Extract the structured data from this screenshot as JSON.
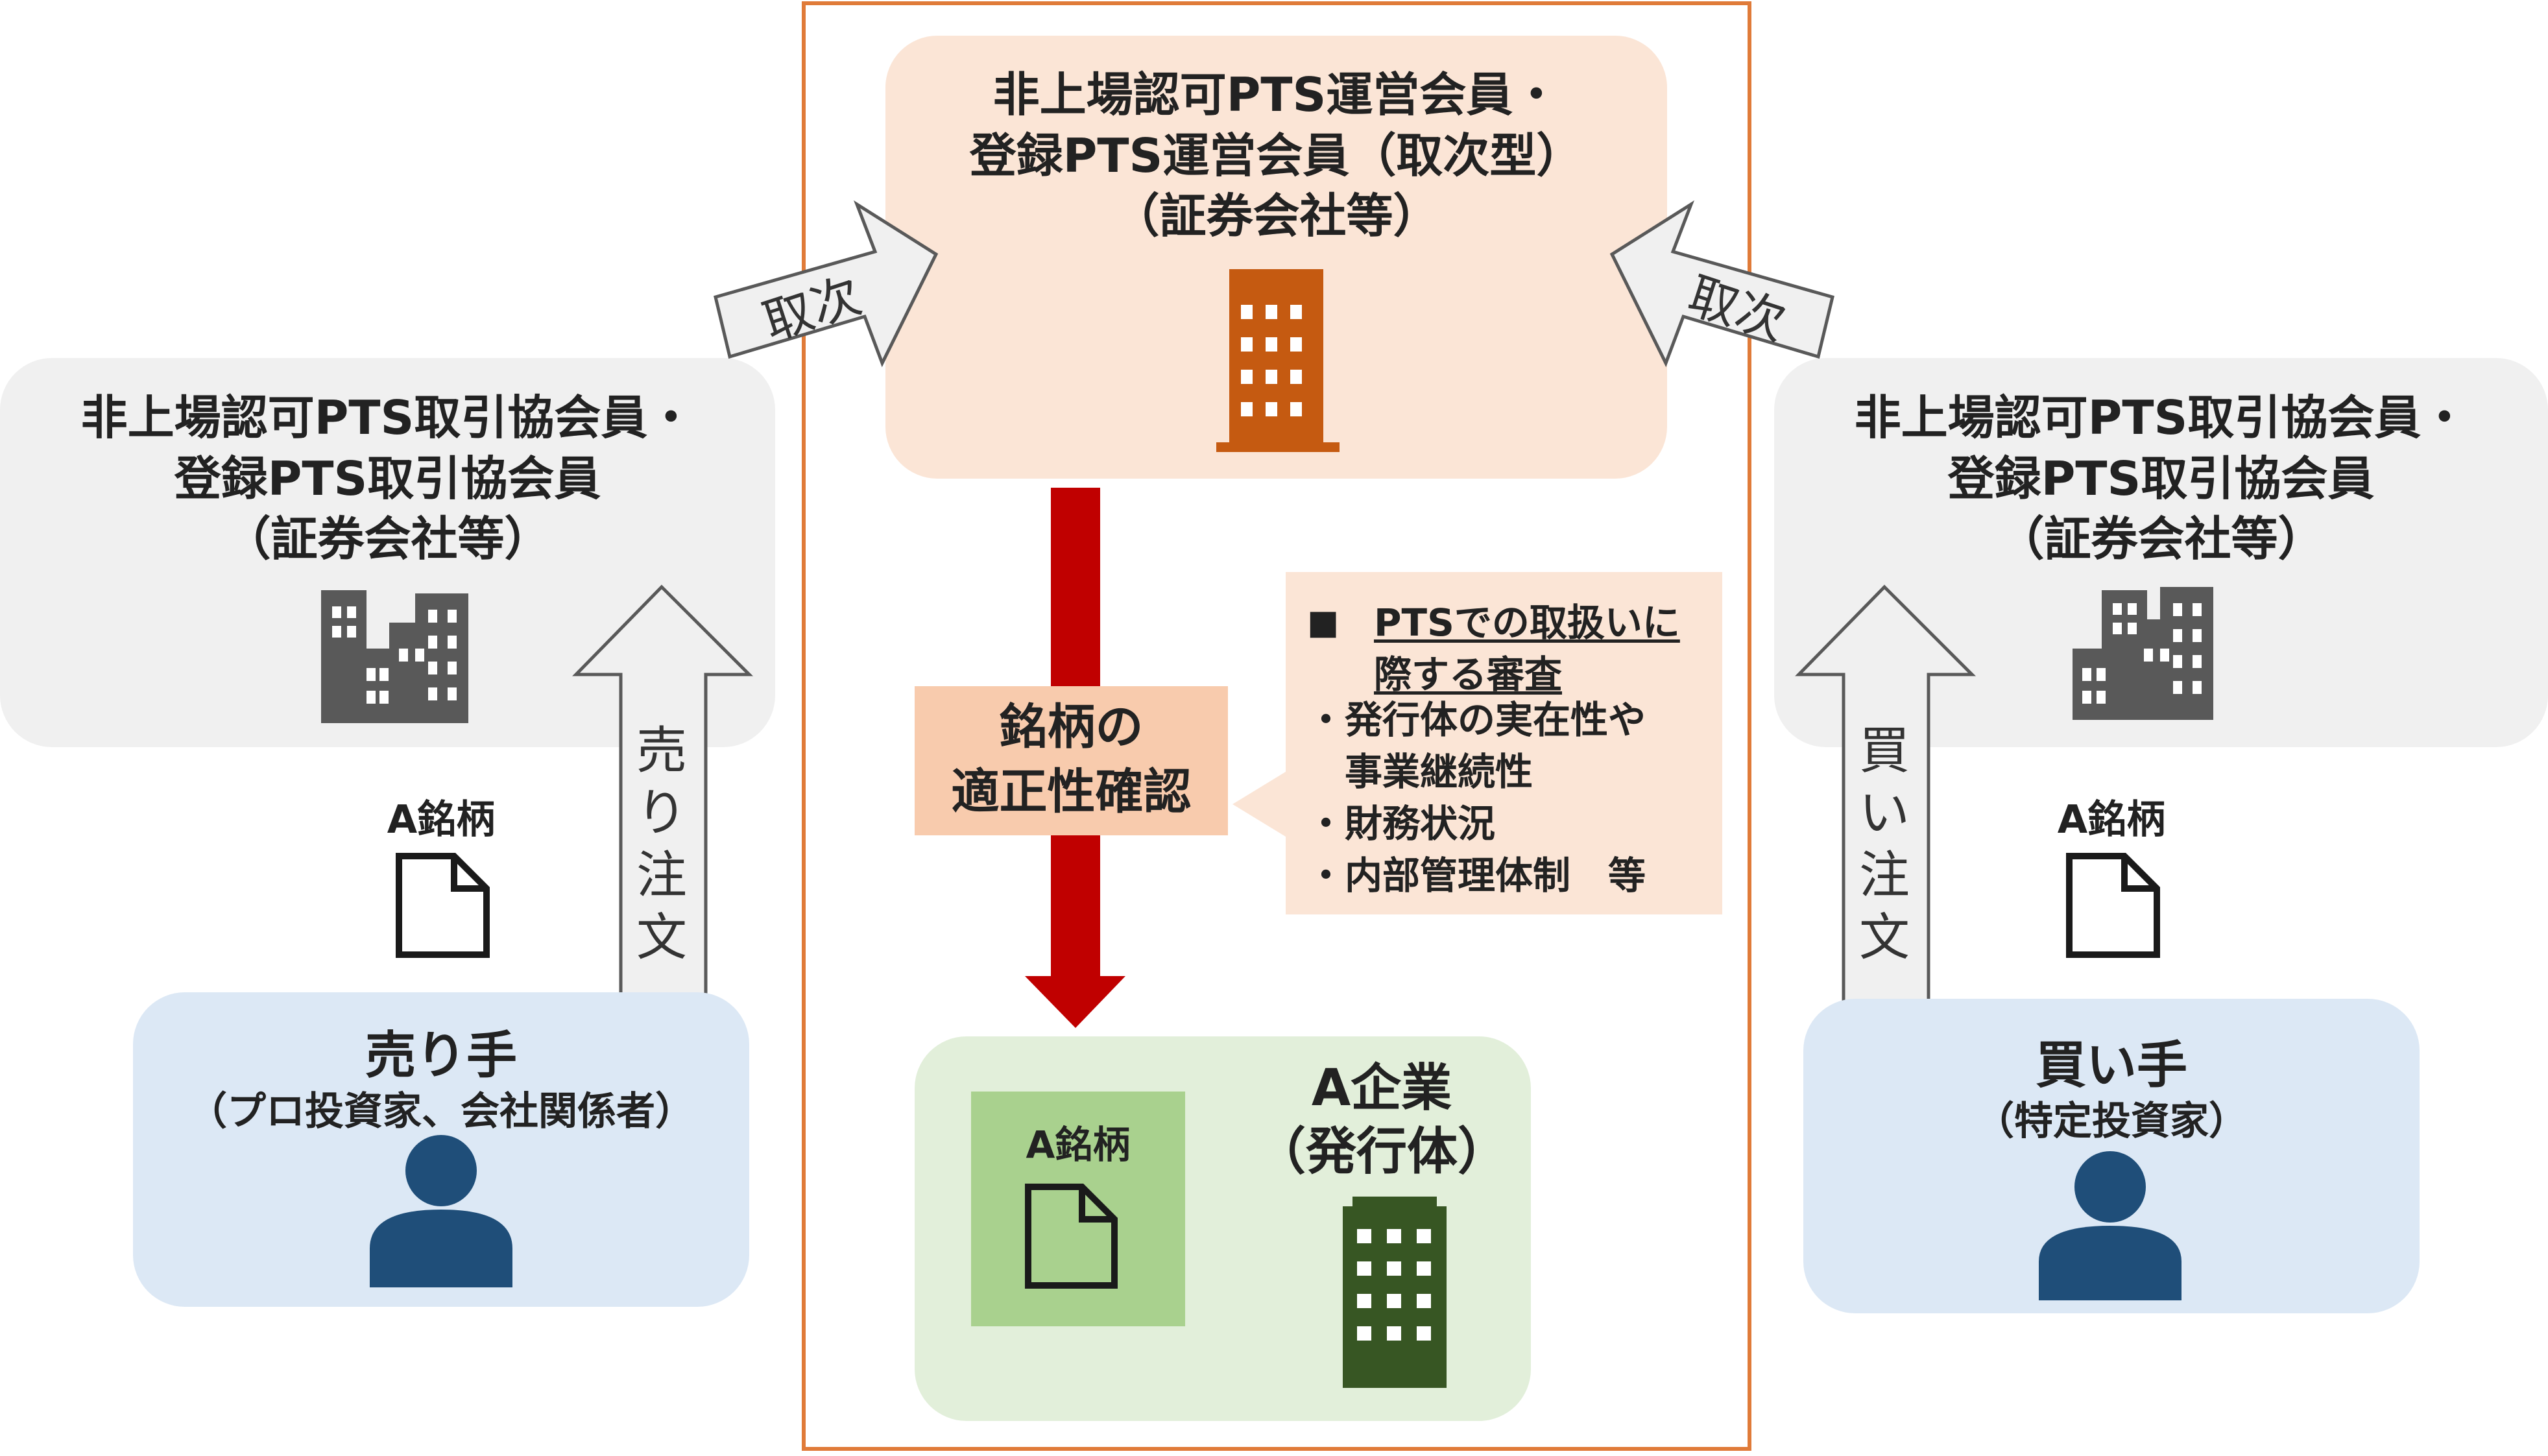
{
  "colors": {
    "frame_orange": "#e07b39",
    "top_box_fill": "#fbe5d6",
    "brick": "#c55a11",
    "flow_red": "#c00000",
    "side_gray": "#f0f0f0",
    "icon_gray": "#595959",
    "person_blue_bg": "#dce8f5",
    "person_navy": "#1f4e79",
    "issuer_green_bg": "#e2efda",
    "issuer_green_doc": "#a9d18e",
    "issuer_green_building": "#375623",
    "callout_fill": "#fbe5d6",
    "check_fill": "#f8cbad"
  },
  "center_top": {
    "lines": [
      "非上場認可PTS運営会員・",
      "登録PTS運営会員（取次型）",
      "（証券会社等）"
    ],
    "icon": "office-building-icon"
  },
  "left_member": {
    "lines": [
      "非上場認可PTS取引協会員・",
      "登録PTS取引協会員",
      "（証券会社等）"
    ],
    "icon": "buildings-icon"
  },
  "right_member": {
    "lines": [
      "非上場認可PTS取引協会員・",
      "登録PTS取引協会員",
      "（証券会社等）"
    ],
    "icon": "buildings-icon"
  },
  "arrows": {
    "left_broker": "取次",
    "right_broker": "取次",
    "sell_order": [
      "売",
      "り",
      "注",
      "文"
    ],
    "buy_order": [
      "買",
      "い",
      "注",
      "文"
    ]
  },
  "check": {
    "lines": [
      "銘柄の",
      "適正性確認"
    ]
  },
  "review": {
    "heading_lines": [
      "PTSでの取扱いに",
      "際する審査"
    ],
    "bullet_marker": "■",
    "items": [
      "・発行体の実在性や",
      "事業継続性",
      "・財務状況",
      "・内部管理体制　等"
    ]
  },
  "seller": {
    "doc_label": "A銘柄",
    "title": "売り手",
    "subtitle": "（プロ投資家、会社関係者）",
    "icon": "person-icon"
  },
  "buyer": {
    "doc_label": "A銘柄",
    "title": "買い手",
    "subtitle": "（特定投資家）",
    "icon": "person-icon"
  },
  "issuer": {
    "doc_label": "A銘柄",
    "title_lines": [
      "A企業",
      "（発行体）"
    ],
    "icon": "office-building-icon"
  }
}
